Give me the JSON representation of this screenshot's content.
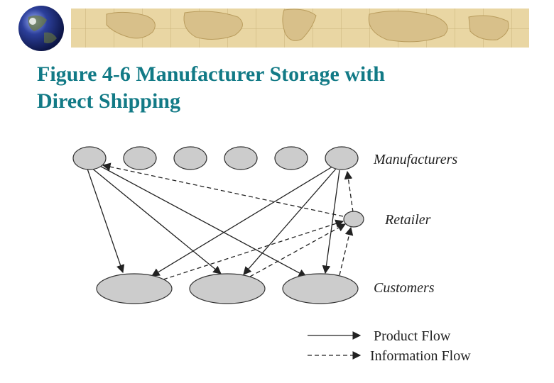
{
  "slide": {
    "title_line1": "Figure 4-6 Manufacturer Storage with",
    "title_line2": "Direct Shipping"
  },
  "diagram": {
    "labels": {
      "manufacturers": "Manufacturers",
      "retailer": "Retailer",
      "customers": "Customers"
    },
    "legend": {
      "product_flow": "Product Flow",
      "information_flow": "Information Flow"
    }
  },
  "colors": {
    "title": "#127a86",
    "node_fill": "#cccccc",
    "node_stroke": "#333333",
    "line": "#222222",
    "banner_parchment": "#e9d6a3"
  },
  "icons": {
    "globe": "globe-icon",
    "world_map": "world-map-banner"
  }
}
